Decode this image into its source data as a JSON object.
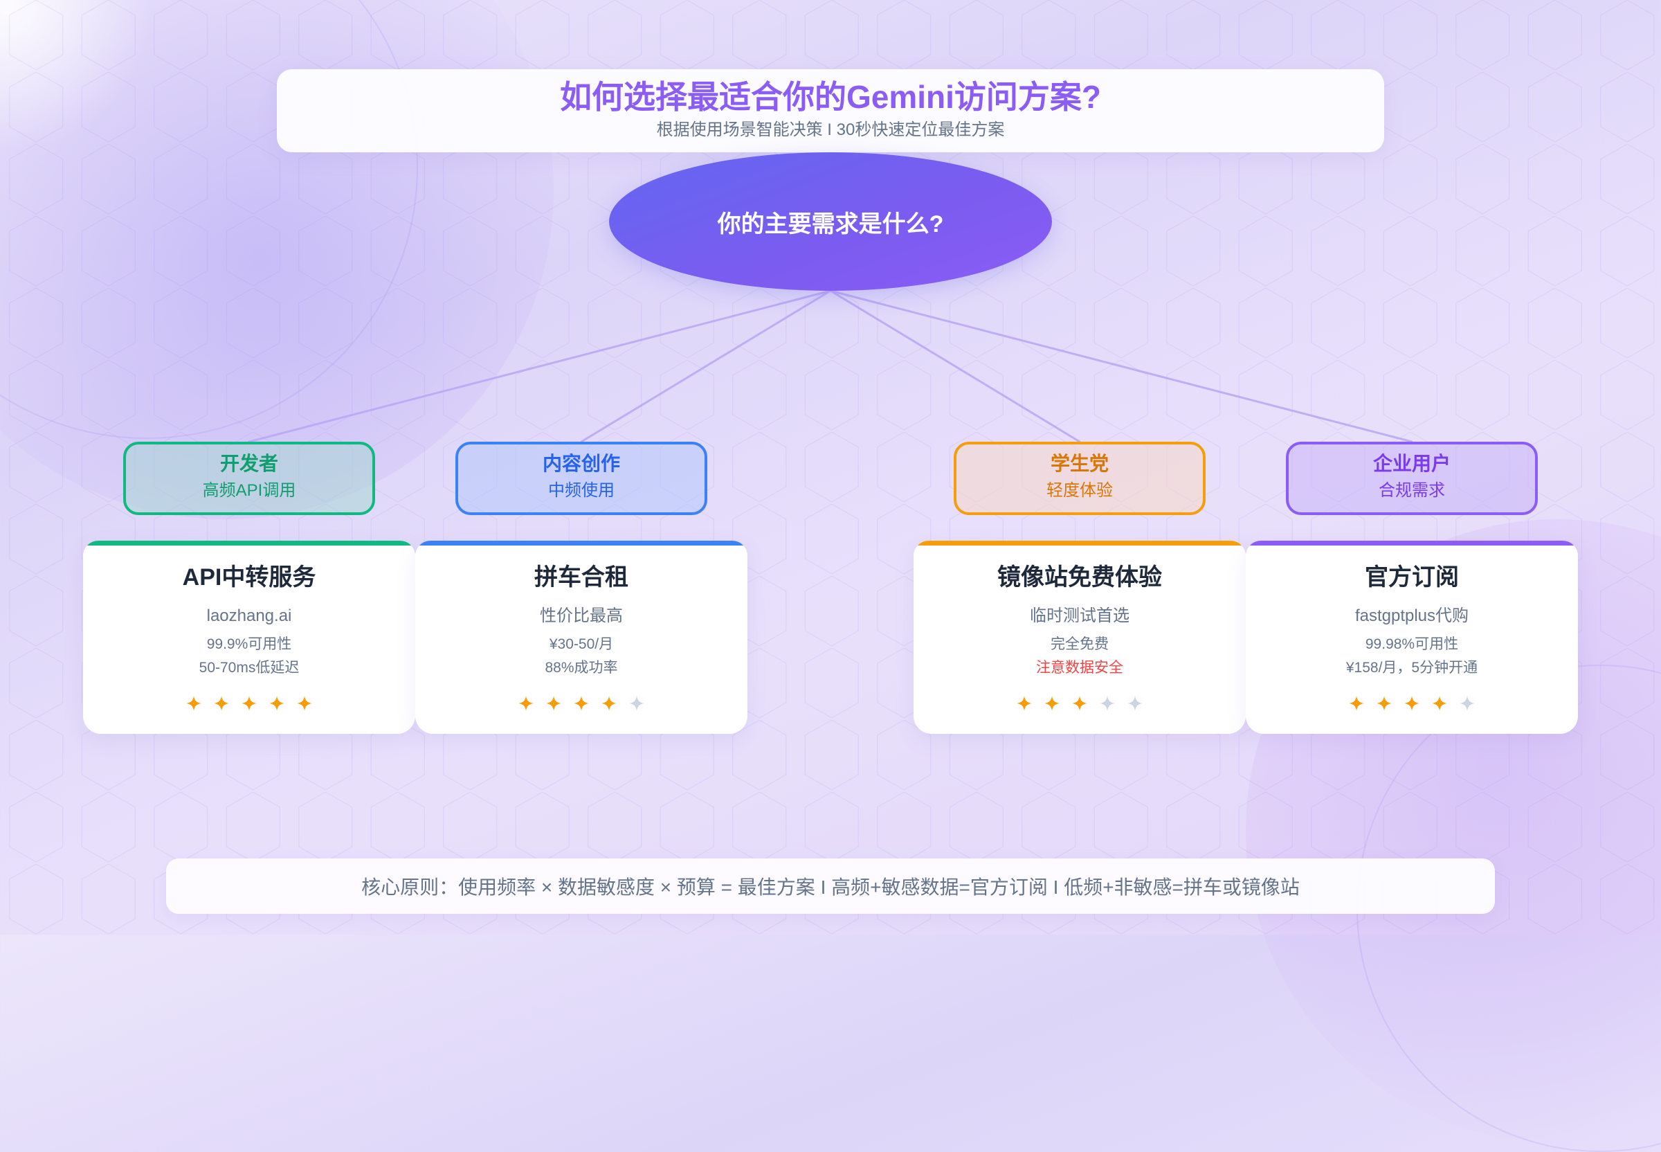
{
  "header": {
    "title": "如何选择最适合你的Gemini访问方案?",
    "subtitle": "根据使用场景智能决策 I 30秒快速定位最佳方案"
  },
  "root_node": {
    "question": "你的主要需求是什么?"
  },
  "colors": {
    "title": "#8b5cf6",
    "root_gradient_start": "#6366f1",
    "root_gradient_end": "#8b5cf6",
    "developer": "#10b981",
    "content": "#3b82f6",
    "student": "#f59e0b",
    "enterprise": "#8b5cf6",
    "star_filled": "#f59e0b",
    "star_empty": "#cbd5e1",
    "warning": "#ef4444",
    "connector": "#b8a6f5"
  },
  "categories": [
    {
      "title": "开发者",
      "subtitle": "高频API调用",
      "color": "#10b981",
      "text_color": "#0f9e6e",
      "bg": "rgba(160,215,205,0.45)"
    },
    {
      "title": "内容创作",
      "subtitle": "中频使用",
      "color": "#3b82f6",
      "text_color": "#2563eb",
      "bg": "rgba(180,200,250,0.55)"
    },
    {
      "title": "学生党",
      "subtitle": "轻度体验",
      "color": "#f59e0b",
      "text_color": "#d97706",
      "bg": "rgba(245,215,200,0.55)"
    },
    {
      "title": "企业用户",
      "subtitle": "合规需求",
      "color": "#8b5cf6",
      "text_color": "#7c3aed",
      "bg": "rgba(200,180,248,0.55)"
    }
  ],
  "cards": [
    {
      "title": "API中转服务",
      "subtitle": "laozhang.ai",
      "lines": [
        "99.9%可用性",
        "50-70ms低延迟"
      ],
      "warning_line_index": null,
      "rating": 5,
      "max_rating": 5,
      "accent": "#10b981"
    },
    {
      "title": "拼车合租",
      "subtitle": "性价比最高",
      "lines": [
        "¥30-50/月",
        "88%成功率"
      ],
      "warning_line_index": null,
      "rating": 4,
      "max_rating": 5,
      "accent": "#3b82f6"
    },
    {
      "title": "镜像站免费体验",
      "subtitle": "临时测试首选",
      "lines": [
        "完全免费",
        "注意数据安全"
      ],
      "warning_line_index": 1,
      "rating": 3,
      "max_rating": 5,
      "accent": "#f59e0b"
    },
    {
      "title": "官方订阅",
      "subtitle": "fastgptplus代购",
      "lines": [
        "99.98%可用性",
        "¥158/月，5分钟开通"
      ],
      "warning_line_index": null,
      "rating": 4,
      "max_rating": 5,
      "accent": "#8b5cf6"
    }
  ],
  "footer": {
    "text": "核心原则：使用频率 × 数据敏感度 × 预算 = 最佳方案 I 高频+敏感数据=官方订阅 I 低频+非敏感=拼车或镜像站"
  },
  "icons": {
    "star": "four-point-sparkle"
  }
}
